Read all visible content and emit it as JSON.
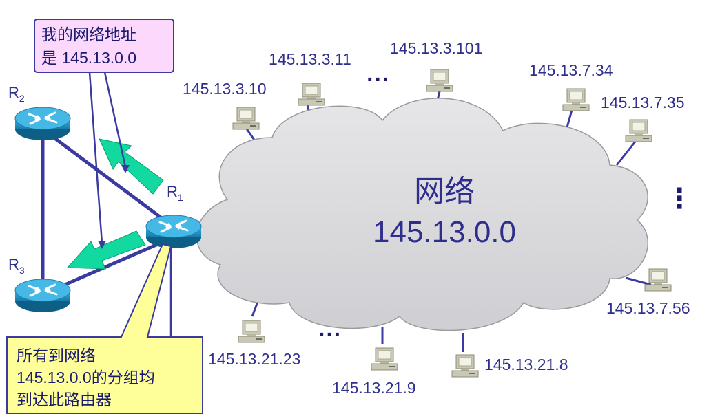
{
  "network": {
    "title": "网络",
    "address": "145.13.0.0"
  },
  "callouts": {
    "top": {
      "line1": "我的网络地址",
      "line2": "是 145.13.0.0"
    },
    "bottom": {
      "line1": "所有到网络",
      "line2": "145.13.0.0的分组均",
      "line3": "到达此路由器"
    }
  },
  "routers": [
    {
      "id": "R1",
      "label": "R",
      "sub": "1"
    },
    {
      "id": "R2",
      "label": "R",
      "sub": "2"
    },
    {
      "id": "R3",
      "label": "R",
      "sub": "3"
    }
  ],
  "hosts": [
    {
      "ip": "145.13.3.10"
    },
    {
      "ip": "145.13.3.11"
    },
    {
      "ip": "145.13.3.101"
    },
    {
      "ip": "145.13.7.34"
    },
    {
      "ip": "145.13.7.35"
    },
    {
      "ip": "145.13.7.56"
    },
    {
      "ip": "145.13.21.8"
    },
    {
      "ip": "145.13.21.9"
    },
    {
      "ip": "145.13.21.23"
    }
  ],
  "ellipses": {
    "horizontal": "···",
    "vertical": "⋮"
  },
  "colors": {
    "text": "#2e2e8c",
    "link": "#3a3aa0",
    "cloud": "#d9d9dc",
    "arrow": "#12d9a0",
    "callout_top_bg": "#fcd9fc",
    "callout_bottom_bg": "#ffff99",
    "router": "#1c8fc0"
  }
}
